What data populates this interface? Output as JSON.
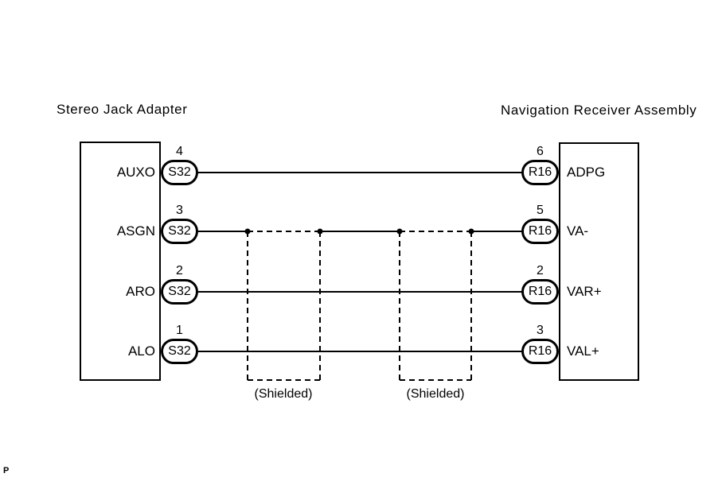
{
  "page": {
    "watermark": "P"
  },
  "diagram": {
    "left_component": {
      "title": "Stereo Jack Adapter",
      "pins": [
        {
          "label": "AUXO",
          "terminal": "4",
          "connector": "S32"
        },
        {
          "label": "ASGN",
          "terminal": "3",
          "connector": "S32"
        },
        {
          "label": "ARO",
          "terminal": "2",
          "connector": "S32"
        },
        {
          "label": "ALO",
          "terminal": "1",
          "connector": "S32"
        }
      ]
    },
    "right_component": {
      "title": "Navigation Receiver Assembly",
      "pins": [
        {
          "label": "ADPG",
          "terminal": "6",
          "connector": "R16"
        },
        {
          "label": "VA-",
          "terminal": "5",
          "connector": "R16"
        },
        {
          "label": "VAR+",
          "terminal": "2",
          "connector": "R16"
        },
        {
          "label": "VAL+",
          "terminal": "3",
          "connector": "R16"
        }
      ]
    },
    "shield_labels": [
      "(Shielded)",
      "(Shielded)"
    ],
    "colors": {
      "line": "#000000",
      "background": "#ffffff"
    }
  }
}
